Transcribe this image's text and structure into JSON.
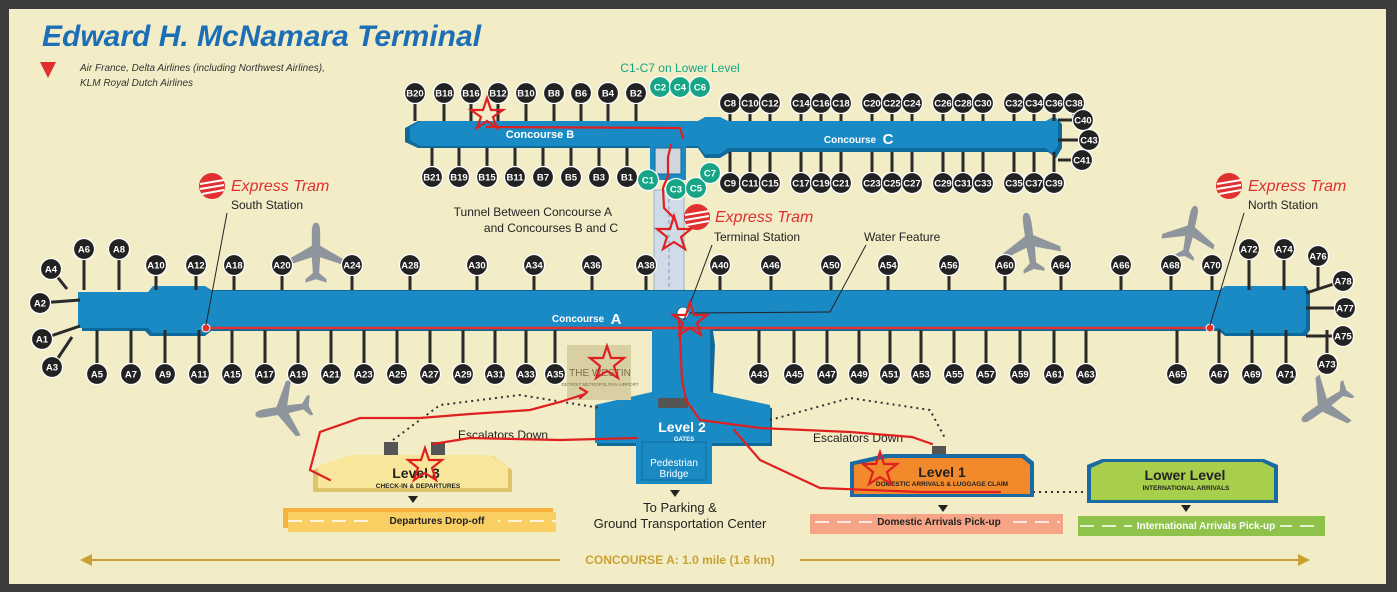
{
  "title": "Edward H. McNamara Terminal",
  "legend": {
    "text_line1": "Air France, Delta Airlines (including Northwest Airlines),",
    "text_line2": "KLM Royal Dutch Airlines"
  },
  "labels": {
    "c_lower": "C1-C7 on Lower Level",
    "concourse_b": "Concourse B",
    "concourse_c_word": "Concourse",
    "concourse_c_letter": "C",
    "concourse_a_word": "Concourse",
    "concourse_a_letter": "A",
    "express_tram": "Express Tram",
    "south_station": "South Station",
    "north_station": "North Station",
    "terminal_station": "Terminal Station",
    "water_feature": "Water Feature",
    "tunnel_line1": "Tunnel Between Concourse A",
    "tunnel_line2": "and Concourses B and C",
    "escalators_down": "Escalators Down",
    "level2": "Level 2",
    "level2_sub": "GATES",
    "pedestrian_bridge_line1": "Pedestrian",
    "pedestrian_bridge_line2": "Bridge",
    "to_parking_line1": "To Parking &",
    "to_parking_line2": "Ground Transportation Center",
    "level3": "Level 3",
    "level3_sub": "CHECK-IN & DEPARTURES",
    "level1": "Level 1",
    "level1_sub": "DOMESTIC ARRIVALS & LUGGAGE CLAIM",
    "lower_level": "Lower Level",
    "lower_level_sub": "INTERNATIONAL ARRIVALS",
    "departures_dropoff": "Departures Drop-off",
    "domestic_pickup": "Domestic Arrivals Pick-up",
    "intl_pickup": "International Arrivals Pick-up",
    "hotel_name": "THE WESTIN",
    "hotel_sub": "DETROIT METROPOLITAN AIRPORT",
    "scale": "CONCOURSE A: 1.0 mile (1.6 km)"
  },
  "colors": {
    "background": "#f2ecc7",
    "concourse": "#1a8ac4",
    "concourse_dark": "#0f6a9c",
    "gate": "#222222",
    "gate_c_lower": "#18a585",
    "accent_red": "#e03030",
    "level3": "#f8e79a",
    "level1": "#f28a2c",
    "lower_level": "#a8cf4c",
    "plane": "#8e959c"
  },
  "gates": {
    "a_top": [
      [
        "A4",
        "#2a4a"
      ],
      [
        "A6",
        "#2a6"
      ],
      [
        "A8",
        "#2a8"
      ],
      [
        "A10",
        "#2a10"
      ],
      [
        "A12",
        "#2a12"
      ],
      [
        "A18",
        "#2a18"
      ],
      [
        "A20",
        "#2a20"
      ],
      [
        "A24",
        "#2a24"
      ],
      [
        "A28",
        "#2a28"
      ],
      [
        "A30",
        "#2a30"
      ],
      [
        "A34",
        "#2a34"
      ],
      [
        "A36",
        "#2a36"
      ],
      [
        "A38",
        "#2a38"
      ],
      [
        "A40",
        "#2a40"
      ],
      [
        "A46",
        "#2a46"
      ],
      [
        "A50",
        "#2a50"
      ],
      [
        "A54",
        "#2a54"
      ],
      [
        "A56",
        "#2a56"
      ],
      [
        "A60",
        "#2a60"
      ],
      [
        "A64",
        "#2a64"
      ],
      [
        "A66",
        "#2a66"
      ],
      [
        "A68",
        "#2a68"
      ],
      [
        "A70",
        "#2a70"
      ],
      [
        "A72",
        "#2a72"
      ],
      [
        "A74",
        "#2a74"
      ],
      [
        "A76",
        "#2a76"
      ]
    ],
    "a_top_labels": [
      "A4",
      "A6",
      "A8",
      "A10",
      "A12",
      "A18",
      "A20",
      "A24",
      "A28",
      "A30",
      "A34",
      "A36",
      "A38",
      "A40",
      "A46",
      "A50",
      "A54",
      "A56",
      "A60",
      "A64",
      "A66",
      "A68",
      "A70",
      "A72",
      "A74",
      "A76"
    ],
    "a_bottom_labels": [
      "A3",
      "A5",
      "A7",
      "A9",
      "A11",
      "A15",
      "A17",
      "A19",
      "A21",
      "A23",
      "A25",
      "A27",
      "A29",
      "A31",
      "A33",
      "A35",
      "A43",
      "A45",
      "A47",
      "A49",
      "A51",
      "A53",
      "A55",
      "A57",
      "A59",
      "A61",
      "A63",
      "A65",
      "A67",
      "A69",
      "A71",
      "A73"
    ],
    "a_left_labels": [
      "A2",
      "A1"
    ],
    "a_right_labels": [
      "A78",
      "A77",
      "A75"
    ],
    "b_top_labels": [
      "B20",
      "B18",
      "B16",
      "B12",
      "B10",
      "B8",
      "B6",
      "B4",
      "B2"
    ],
    "b_bottom_labels": [
      "B21",
      "B19",
      "B15",
      "B11",
      "B7",
      "B5",
      "B3",
      "B1"
    ],
    "c_top_labels": [
      "C8",
      "C10",
      "C12",
      "C14",
      "C16",
      "C18",
      "C20",
      "C22",
      "C24",
      "C26",
      "C28",
      "C30",
      "C32",
      "C34",
      "C36",
      "C38"
    ],
    "c_bottom_labels": [
      "C9",
      "C11",
      "C15",
      "C17",
      "C19",
      "C21",
      "C23",
      "C25",
      "C27",
      "C29",
      "C31",
      "C33",
      "C35",
      "C37",
      "C39"
    ],
    "c_right_labels": [
      "C40",
      "C43",
      "C41"
    ],
    "c_lower_labels": [
      "C2",
      "C4",
      "C6",
      "C1",
      "C3",
      "C5",
      "C7"
    ]
  }
}
